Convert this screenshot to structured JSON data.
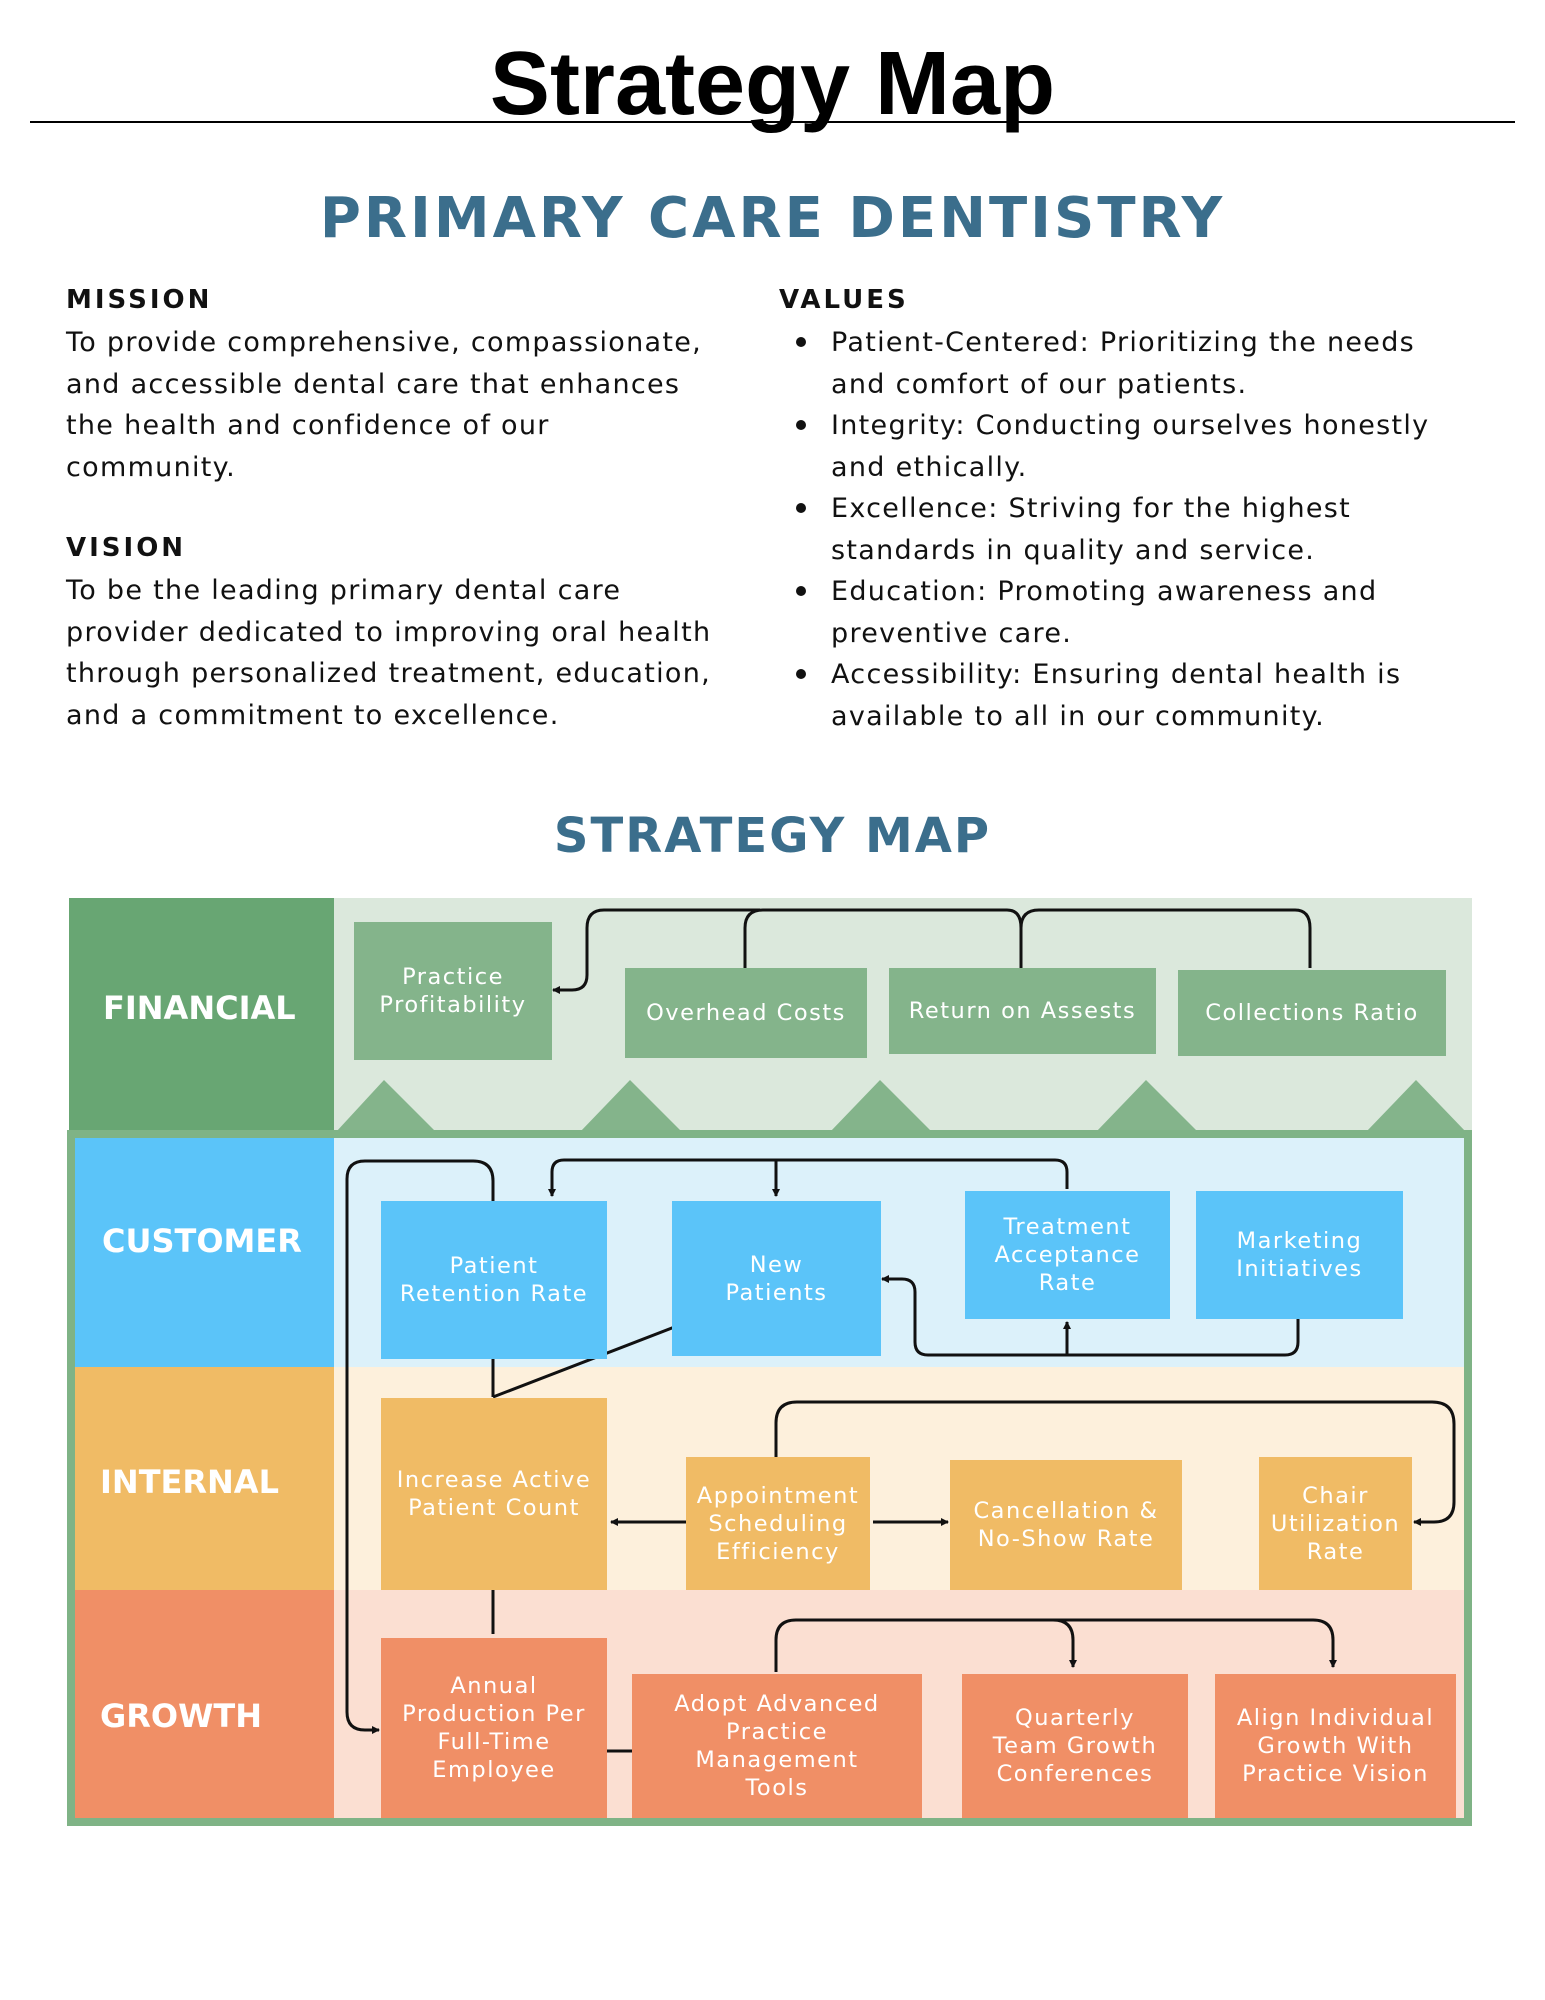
{
  "page": {
    "title": "Strategy Map",
    "org_name": "PRIMARY CARE DENTISTRY"
  },
  "mission": {
    "heading": "MISSION",
    "lines": [
      "To provide comprehensive, compassionate,",
      "and accessible dental care that enhances",
      "the health and confidence of our",
      "community."
    ]
  },
  "vision": {
    "heading": "VISION",
    "lines": [
      "To be the leading primary dental care",
      "provider dedicated to improving oral health",
      "through personalized treatment, education,",
      "and a commitment to excellence."
    ]
  },
  "values": {
    "heading": "VALUES",
    "items": [
      {
        "line1": "Patient-Centered: Prioritizing the needs",
        "line2": "and comfort of our patients."
      },
      {
        "line1": "Integrity: Conducting ourselves honestly",
        "line2": "and ethically."
      },
      {
        "line1": "Excellence: Striving for the highest",
        "line2": "standards in quality and service."
      },
      {
        "line1": "Education: Promoting awareness and",
        "line2": "preventive care."
      },
      {
        "line1": "Accessibility: Ensuring dental health is",
        "line2": "available to all in our community."
      }
    ]
  },
  "strategy_map": {
    "heading": "STRATEGY MAP",
    "colors": {
      "financial_dark": "#68a673",
      "financial_light": "#dbe8dc",
      "financial_box": "#84b48b",
      "customer_dark": "#5bc4f9",
      "customer_light": "#dcf1fa",
      "internal_dark": "#f0bb65",
      "internal_light": "#fdf0dc",
      "growth_dark": "#f08f66",
      "growth_light": "#fbdfd2",
      "heading_blue": "#3b6e8c",
      "frame_green": "#7fb386"
    },
    "lanes": {
      "financial": {
        "label": "FINANCIAL",
        "boxes": [
          {
            "line1": "Practice",
            "line2": "Profitability"
          },
          {
            "line1": "Overhead Costs"
          },
          {
            "line1": "Return on Assests"
          },
          {
            "line1": "Collections Ratio"
          }
        ]
      },
      "customer": {
        "label": "CUSTOMER",
        "boxes": [
          {
            "line1": "Patient",
            "line2": "Retention Rate"
          },
          {
            "line1": "New",
            "line2": "Patients"
          },
          {
            "line1": "Treatment",
            "line2": "Acceptance Rate"
          },
          {
            "line1": "Marketing",
            "line2": "Initiatives"
          }
        ]
      },
      "internal": {
        "label": "INTERNAL",
        "boxes": [
          {
            "line1": "Increase Active",
            "line2": "Patient Count"
          },
          {
            "line1": "Appointment",
            "line2": "Scheduling",
            "line3": "Efficiency"
          },
          {
            "line1": "Cancellation &",
            "line2": "No-Show Rate"
          },
          {
            "line1": "Chair",
            "line2": "Utilization",
            "line3": "Rate"
          }
        ]
      },
      "growth": {
        "label": "GROWTH",
        "boxes": [
          {
            "line1": "Annual",
            "line2": "Production Per",
            "line3": "Full-Time",
            "line4": "Employee"
          },
          {
            "line1": "Adopt Advanced",
            "line2": "Practice",
            "line3": "Management",
            "line4": "Tools"
          },
          {
            "line1": "Quarterly",
            "line2": "Team Growth",
            "line3": "Conferences"
          },
          {
            "line1": "Align Individual",
            "line2": "Growth With",
            "line3": "Practice Vision"
          }
        ]
      }
    }
  }
}
